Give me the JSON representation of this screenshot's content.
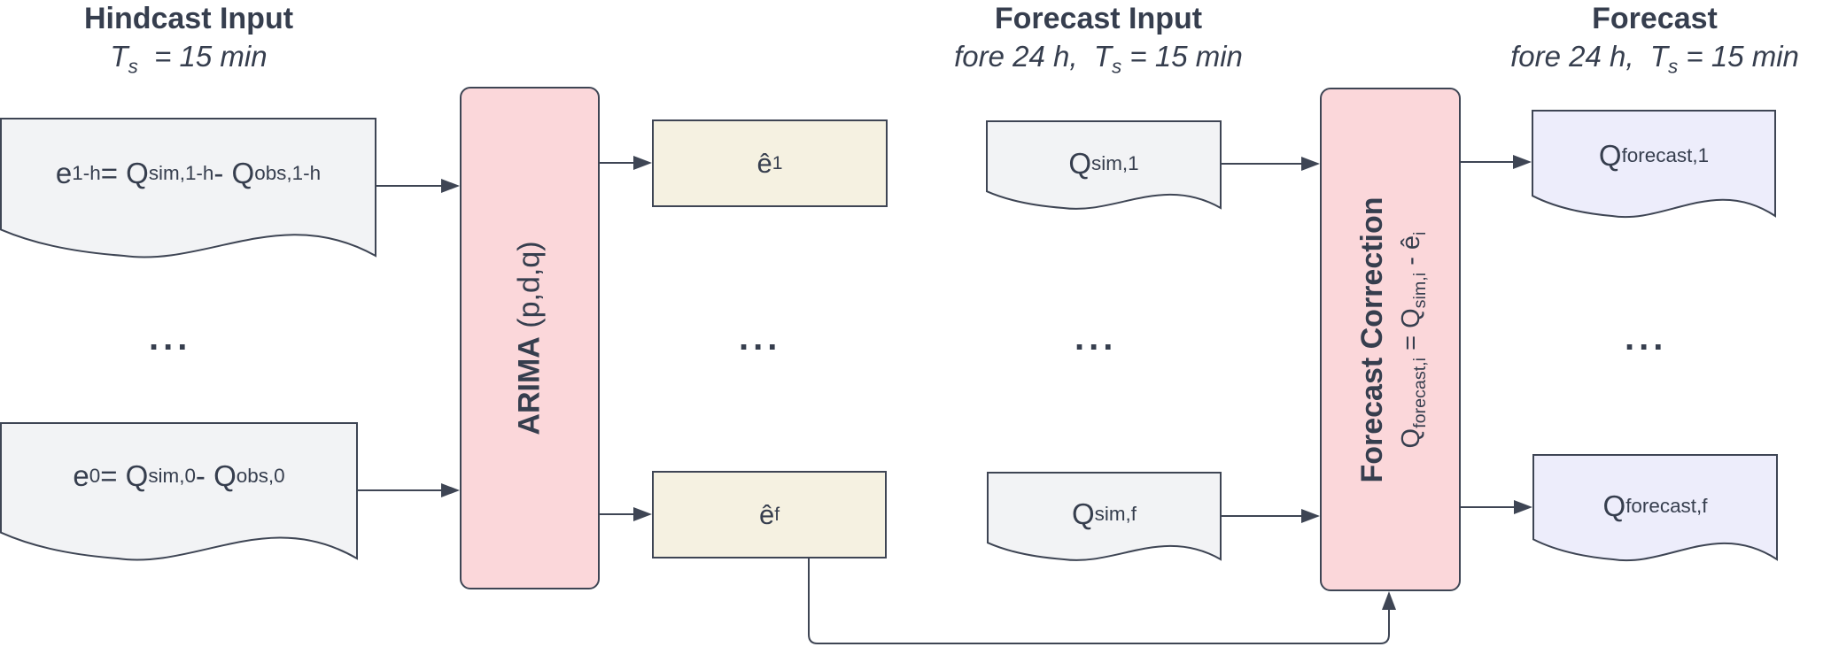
{
  "headers": {
    "hindcast": {
      "title": "Hindcast Input",
      "subtitle": [
        {
          "t": "T"
        },
        {
          "sub": "s"
        },
        {
          "t": "  = 15 min"
        }
      ]
    },
    "forecast_input": {
      "title": "Forecast Input",
      "subtitle": [
        {
          "t": "fore 24 h,  T"
        },
        {
          "sub": "s"
        },
        {
          "t": " = 15 min"
        }
      ]
    },
    "forecast": {
      "title": "Forecast",
      "subtitle": [
        {
          "t": "fore 24 h,  T"
        },
        {
          "sub": "s"
        },
        {
          "t": " = 15 min"
        }
      ]
    }
  },
  "nodes": {
    "doc_e_1h": {
      "label": [
        {
          "t": "e"
        },
        {
          "sub": "1-h"
        },
        {
          "t": " = Q"
        },
        {
          "sub": "sim,1-h"
        },
        {
          "t": " - Q"
        },
        {
          "sub": "obs,1-h"
        }
      ]
    },
    "doc_e_0": {
      "label": [
        {
          "t": "e"
        },
        {
          "sub": "0"
        },
        {
          "t": " = Q"
        },
        {
          "sub": "sim,0"
        },
        {
          "t": " - Q"
        },
        {
          "sub": "obs,0"
        }
      ]
    },
    "arima": {
      "label": [
        {
          "t": "ARIMA",
          "b": true
        },
        {
          "t": " (p,d,q)"
        }
      ]
    },
    "ehat_1": {
      "label": [
        {
          "t": "ê"
        },
        {
          "sub": "1"
        }
      ]
    },
    "ehat_f": {
      "label": [
        {
          "t": "ê"
        },
        {
          "sub": "f"
        }
      ]
    },
    "doc_qsim_1": {
      "label": [
        {
          "t": "Q"
        },
        {
          "sub": "sim,1"
        }
      ]
    },
    "doc_qsim_f": {
      "label": [
        {
          "t": "Q"
        },
        {
          "sub": "sim,f"
        }
      ]
    },
    "forecast_correction": {
      "title": [
        {
          "t": "Forecast Correction",
          "b": true
        }
      ],
      "formula": [
        {
          "t": "Q"
        },
        {
          "sub": "forecast,i"
        },
        {
          "t": " = Q"
        },
        {
          "sub": "sim,i"
        },
        {
          "t": " - ê"
        },
        {
          "sub": "i"
        }
      ]
    },
    "doc_qforecast_1": {
      "label": [
        {
          "t": "Q"
        },
        {
          "sub": "forecast,1"
        }
      ]
    },
    "doc_qforecast_f": {
      "label": [
        {
          "t": "Q"
        },
        {
          "sub": "forecast,f"
        }
      ]
    }
  },
  "ellipsis": "...",
  "colors": {
    "stroke": "#3e4554",
    "text": "#363e4e",
    "process_fill": "#fbd7da",
    "estimate_fill": "#f5f1e1",
    "input_doc_fill": "#f2f3f5",
    "output_doc_fill": "#ededfb"
  }
}
